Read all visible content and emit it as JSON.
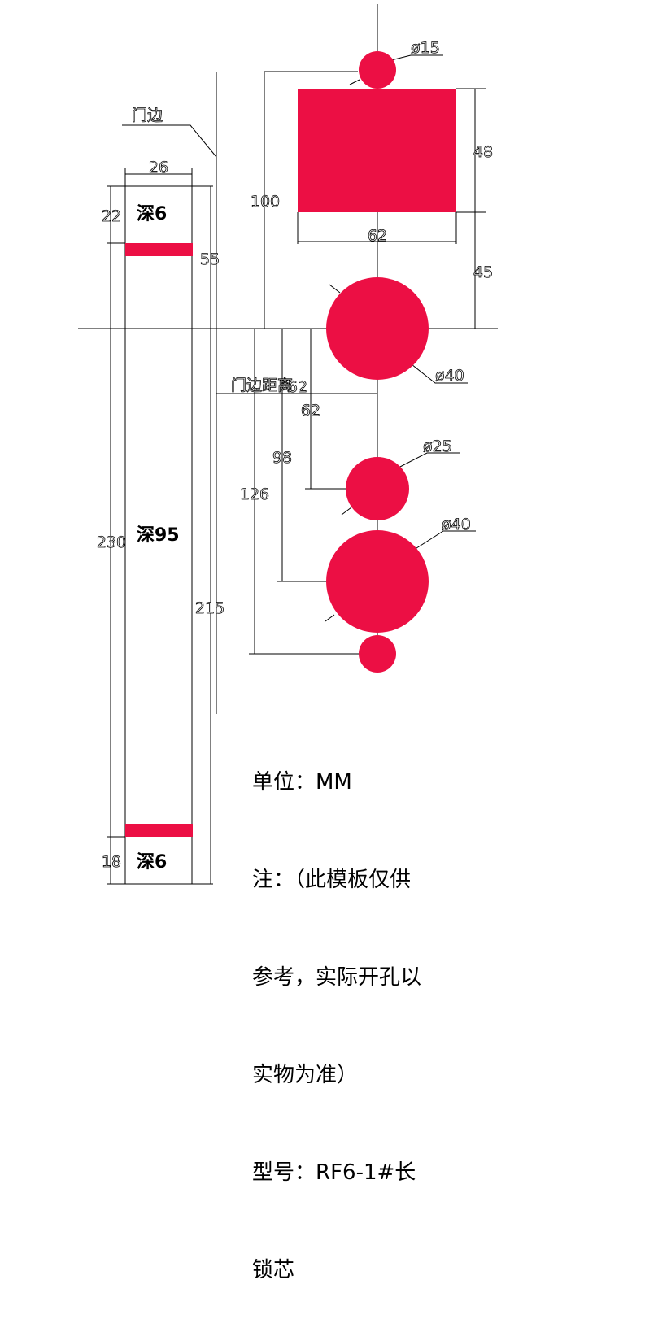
{
  "title": "RF6-1#长锁芯 开孔模板",
  "colors": {
    "hole": "#EC0F44",
    "line": "#000000"
  },
  "labels": {
    "door_edge": "门边",
    "door_edge_distance": "门边距离",
    "door_edge_distance_value": "62",
    "plate_top_depth": "深6",
    "plate_middle_depth": "深95",
    "plate_bottom_depth": "深6"
  },
  "dimensions": {
    "plate_width": "26",
    "top_offset": "22",
    "top_to_center": "55",
    "plate_length": "230",
    "center_to_bottom": "215",
    "bottom_offset": "18",
    "top_hole_to_center": "100",
    "rect_height": "48",
    "rect_width": "62",
    "rect_to_center": "45",
    "center_to_hole2": "62",
    "center_to_hole3": "98",
    "center_to_hole4": "126",
    "dia_top": "ø15",
    "dia_main": "ø40",
    "dia_hole2": "ø25",
    "dia_hole3": "ø40"
  },
  "notes": [
    "单位：MM",
    "注：（此模板仅供",
    "参考，实际开孔以",
    "实物为准）",
    "型号：RF6-1#长",
    "锁芯"
  ]
}
